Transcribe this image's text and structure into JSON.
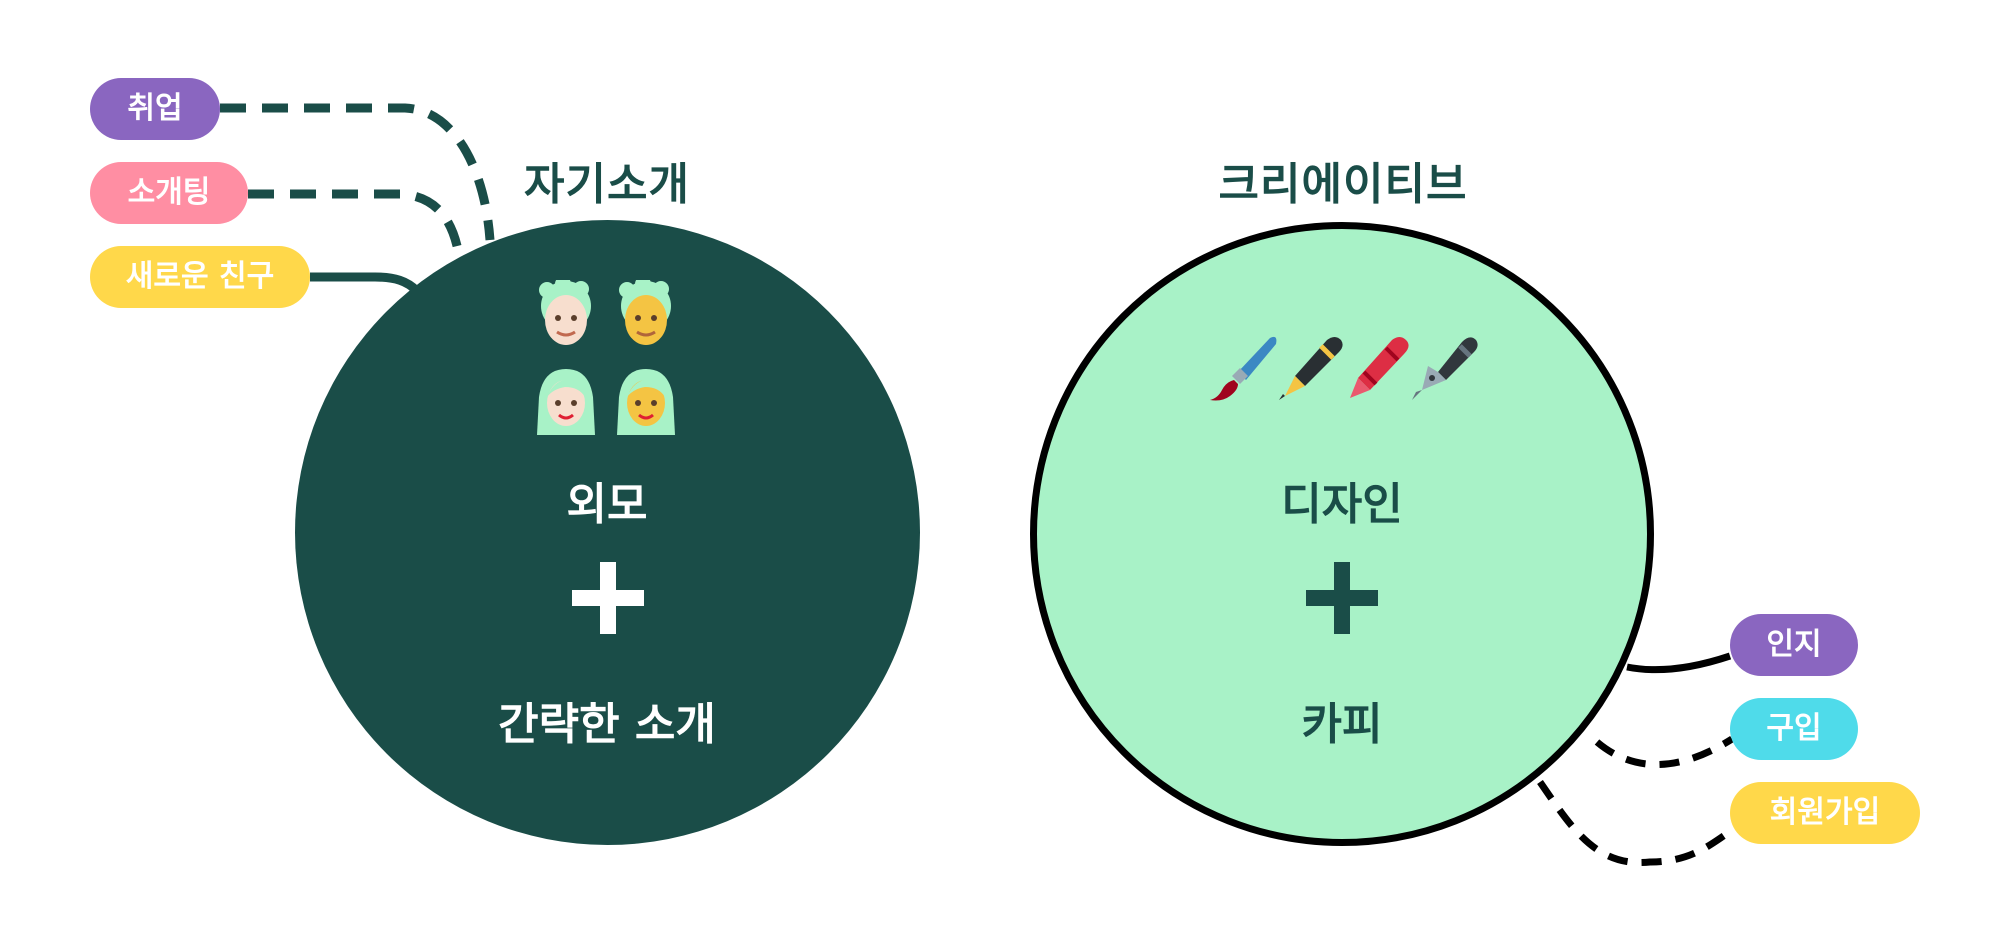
{
  "left_group": {
    "heading": "자기소개",
    "line1": "외모",
    "line2": "간략한 소개",
    "icons": [
      "man-light-skin-icon",
      "man-medium-light-skin-icon",
      "woman-light-skin-icon",
      "woman-medium-light-skin-icon"
    ]
  },
  "right_group": {
    "heading": "크리에이티브",
    "line1": "디자인",
    "line2": "카피",
    "icons": [
      "paintbrush-icon",
      "pen-icon",
      "crayon-icon",
      "fountain-pen-icon"
    ]
  },
  "left_tags": [
    {
      "label": "취업",
      "color": "#8a66c0",
      "connector": "dashed"
    },
    {
      "label": "소개팅",
      "color": "#ff8ea3",
      "connector": "dashed"
    },
    {
      "label": "새로운 친구",
      "color": "#ffd84a",
      "connector": "solid"
    }
  ],
  "right_tags": [
    {
      "label": "인지",
      "color": "#8a66c0",
      "connector": "solid"
    },
    {
      "label": "구입",
      "color": "#4fdbea",
      "connector": "dashed"
    },
    {
      "label": "회원가입",
      "color": "#ffd84a",
      "connector": "dashed"
    }
  ],
  "colors": {
    "dark_green": "#1a4d48",
    "mint": "#a8f2c7",
    "outline": "#000000"
  }
}
